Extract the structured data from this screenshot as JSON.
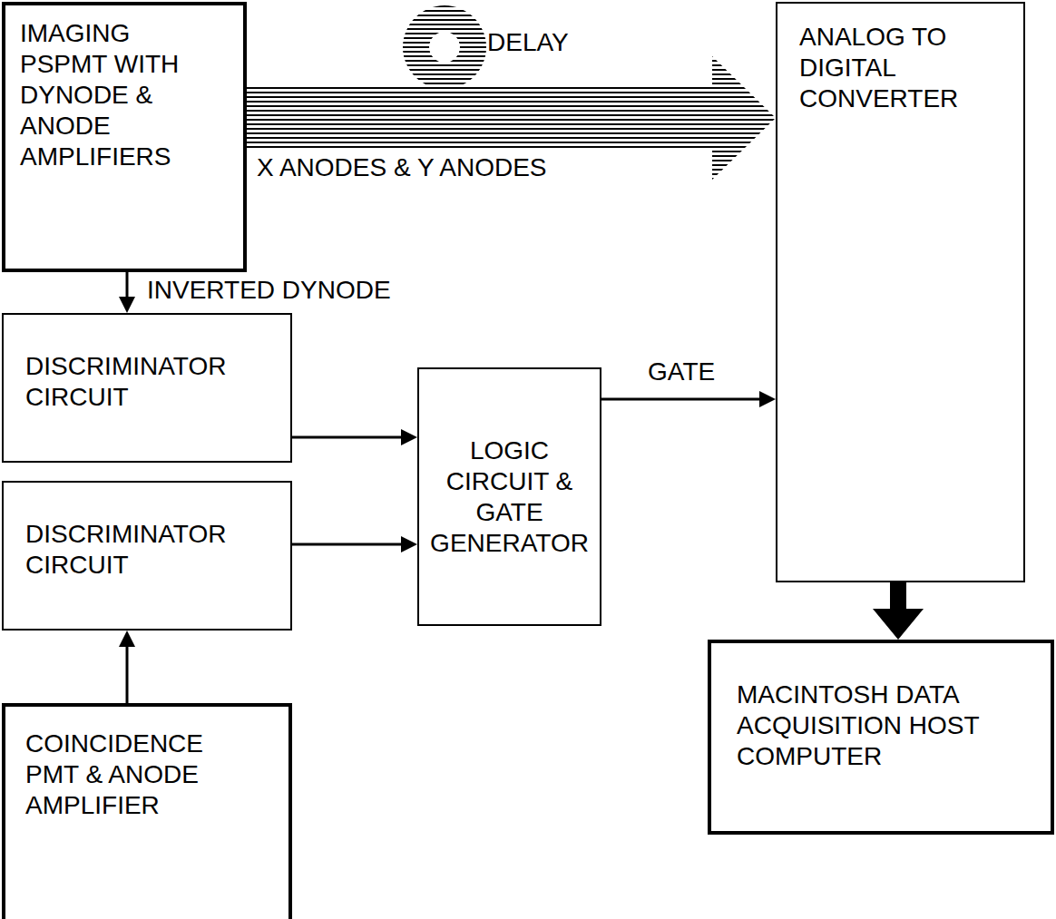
{
  "diagram": {
    "nodes": [
      {
        "text": [
          "IMAGING PSPMT WITH DYNODE & ANODE AMPLIFIERS"
        ]
      },
      {
        "text": [
          "ANALOG TO DIGITAL CONVERTER"
        ]
      },
      {
        "text": [
          "DISCRIMINATOR CIRCUIT"
        ]
      },
      {
        "text": [
          "LOGIC CIRCUIT & GATE GENERATOR"
        ]
      },
      {
        "text": [
          "DISCRIMINATOR CIRCUIT"
        ]
      },
      {
        "text": [
          "MACINTOSH DATA ACQUISITION HOST COMPUTER"
        ]
      },
      {
        "text": [
          "COINCIDENCE PMT & ANODE AMPLIFIER"
        ]
      }
    ],
    "edges": [
      {
        "from": 0,
        "to": 1,
        "arrow": "to",
        "label": "X ANODES & Y ANODES"
      },
      {
        "from": 0,
        "to": 2,
        "arrow": "to",
        "label": "INVERTED DYNODE"
      },
      {
        "from": 2,
        "to": 3,
        "arrow": "to"
      },
      {
        "from": 4,
        "to": 3,
        "arrow": "to"
      },
      {
        "from": 3,
        "to": 1,
        "arrow": "to",
        "label": "GATE"
      },
      {
        "from": 1,
        "to": 5,
        "arrow": "to"
      },
      {
        "from": 6,
        "to": 4,
        "arrow": "to"
      }
    ],
    "labels": [
      "DELAY"
    ]
  }
}
